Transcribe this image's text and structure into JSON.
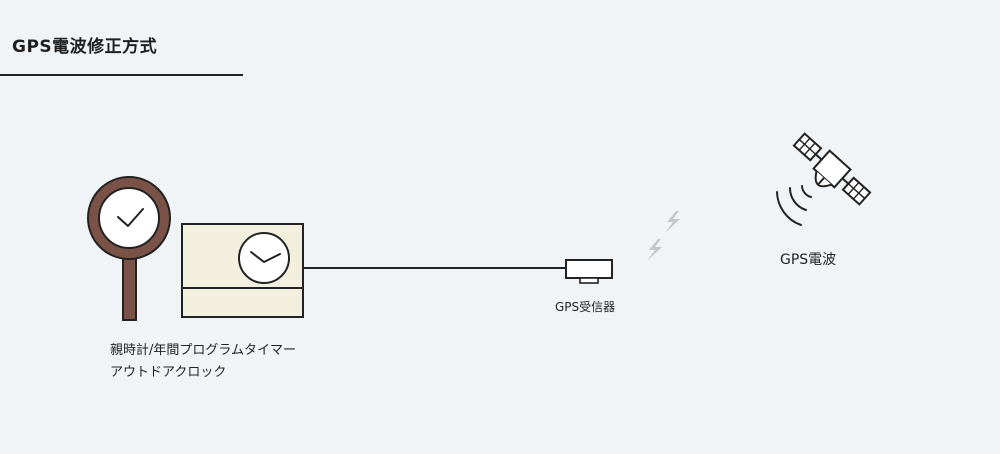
{
  "title": "GPS電波修正方式",
  "labels": {
    "master_clock_line1": "親時計/年間プログラムタイマー",
    "master_clock_line2": "アウトドアクロック",
    "receiver": "GPS受信器",
    "wave": "GPS電波"
  },
  "colors": {
    "background": "#f1f4f7",
    "text": "#222222",
    "clock_brown": "#7a5248",
    "panel_cream": "#f3efdf",
    "line": "#222222",
    "signal_gray": "#c4c7ca"
  },
  "icons": {
    "outdoor_clock": "outdoor-clock-icon",
    "master_clock": "master-clock-icon",
    "receiver": "gps-receiver-icon",
    "signal": "lightning-icon",
    "satellite": "satellite-icon"
  }
}
